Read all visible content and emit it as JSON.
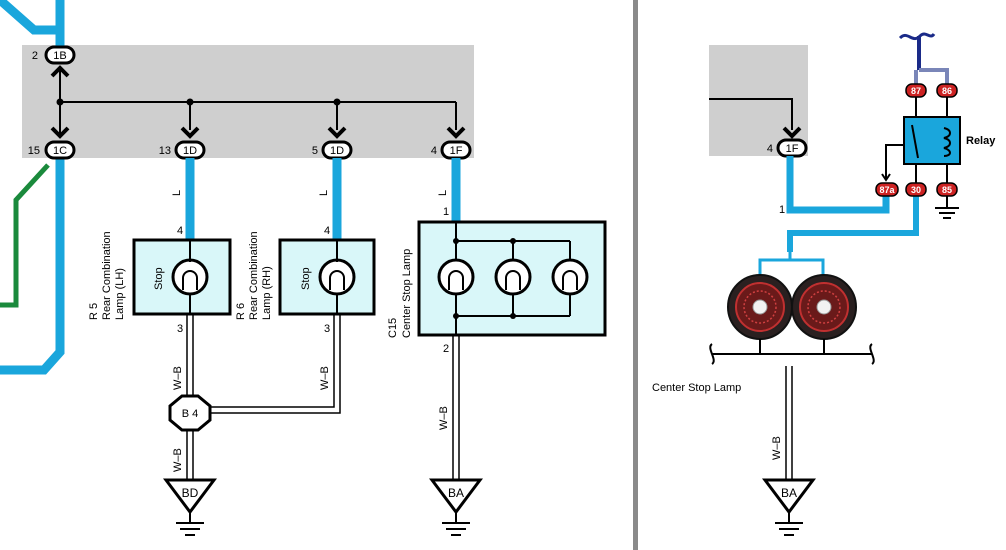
{
  "left": {
    "top_connector": {
      "pin": "2",
      "id": "1B"
    },
    "connectors": [
      {
        "pin": "15",
        "id": "1C"
      },
      {
        "pin": "13",
        "id": "1D"
      },
      {
        "pin": "5",
        "id": "1D"
      },
      {
        "pin": "4",
        "id": "1F"
      }
    ],
    "wire_color_L": "L",
    "lamps": [
      {
        "ref": "R 5",
        "name": "Rear Combination Lamp (LH)",
        "label": "Stop",
        "pin_in": "4",
        "pin_out": "3"
      },
      {
        "ref": "R 6",
        "name": "Rear Combination Lamp (RH)",
        "label": "Stop",
        "pin_in": "4",
        "pin_out": "3"
      },
      {
        "ref": "C15",
        "name": "Center Stop Lamp",
        "pin_in": "1",
        "pin_out": "2"
      }
    ],
    "wire_color_WB": "W–B",
    "junction": "B 4",
    "grounds": [
      "BD",
      "BA"
    ]
  },
  "right": {
    "connector": {
      "pin": "4",
      "id": "1F"
    },
    "wire_pin": "1",
    "relay_label": "Relay",
    "relay_pins": [
      "87",
      "86",
      "87a",
      "30",
      "85"
    ],
    "lamp_label": "Center Stop Lamp",
    "wire_color_WB": "W–B",
    "ground": "BA"
  },
  "colors": {
    "gray_box": "#cfcfcf",
    "blue_wire": "#1aa6dc",
    "green_wire": "#1a8a3c",
    "lamp_fill": "#d9f7f9",
    "relay_fill": "#1aa6dc",
    "relay_pin_fill": "#cc2222",
    "divider": "#8a8a8a"
  }
}
